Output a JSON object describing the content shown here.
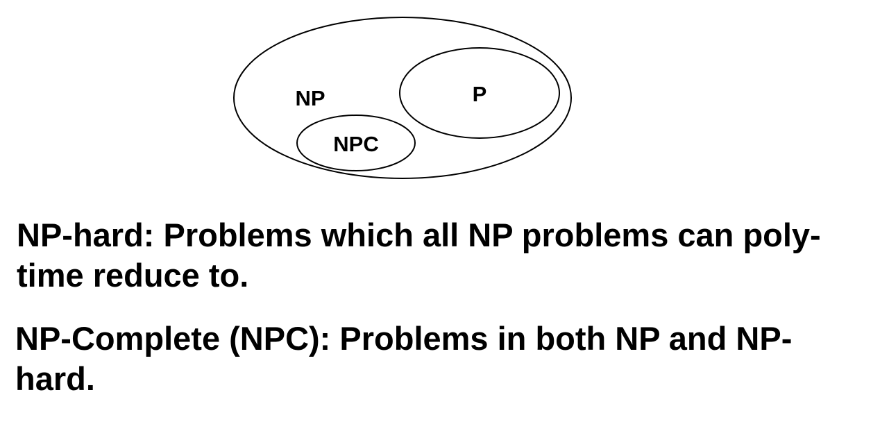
{
  "diagram": {
    "sets": {
      "np": {
        "label": "NP"
      },
      "p": {
        "label": "P"
      },
      "npc": {
        "label": "NPC"
      }
    }
  },
  "definitions": {
    "np_hard": {
      "line1": "NP-hard: Problems which all NP problems can poly-",
      "line2": "time reduce to."
    },
    "npc": {
      "line1": "NP-Complete (NPC): Problems in both NP and NP-",
      "line2": "hard."
    }
  }
}
